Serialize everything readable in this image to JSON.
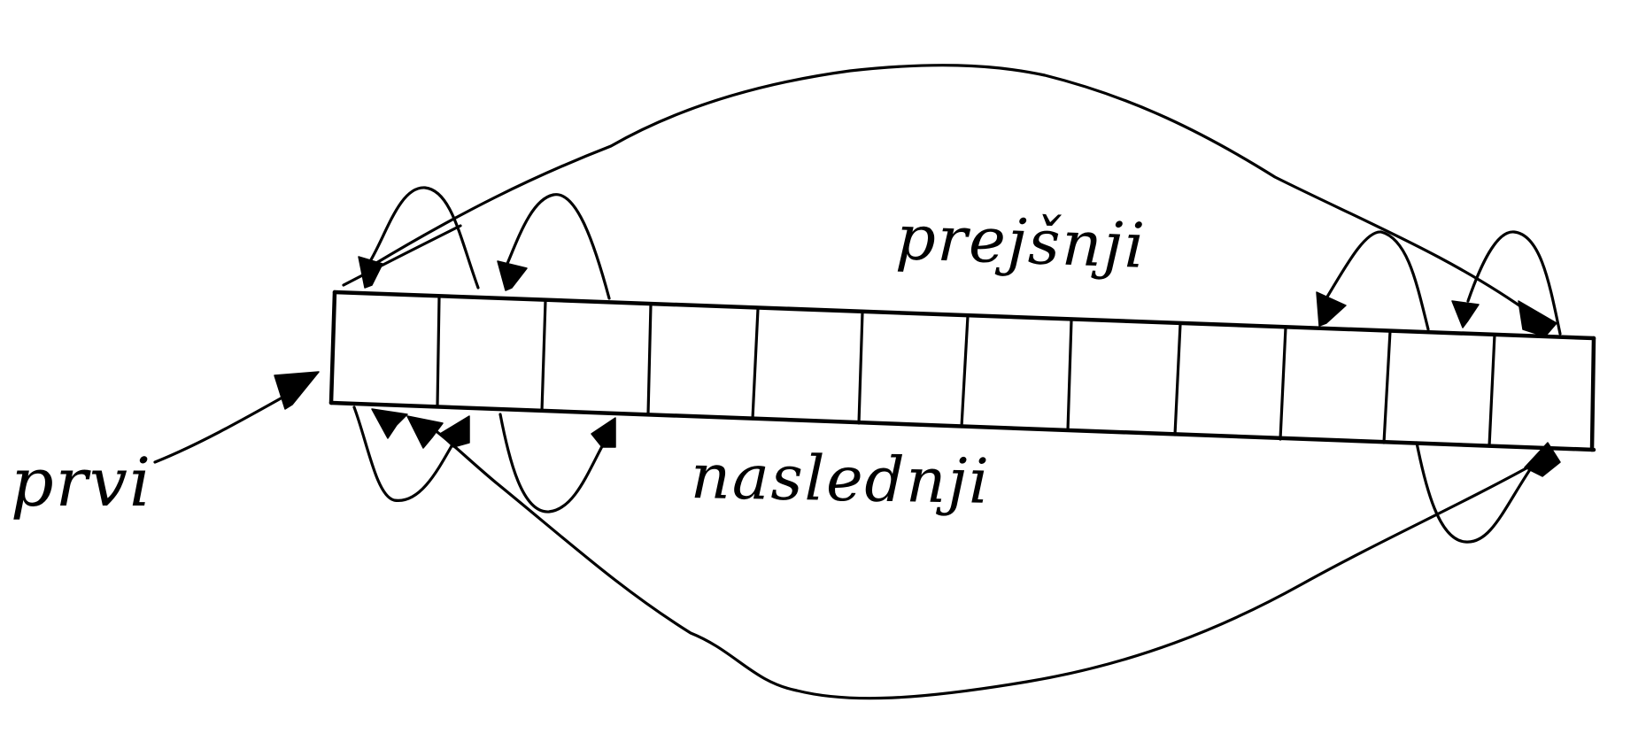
{
  "diagram": {
    "type": "circular-doubly-linked-list",
    "labels": {
      "first": "prvi",
      "previous": "prejšnji",
      "next": "naslednji"
    },
    "cells": {
      "count": 12,
      "items": [
        "",
        "",
        "",
        "",
        "",
        "",
        "",
        "",
        "",
        "",
        "",
        ""
      ]
    },
    "links": [
      {
        "from": "prvi",
        "to": "cell-1",
        "kind": "pointer"
      },
      {
        "from": "cell-1",
        "to": "cell-12",
        "kind": "prejšnji",
        "route": "top-arc"
      },
      {
        "from": "cell-12",
        "to": "cell-1",
        "kind": "naslednji",
        "route": "bottom-arc"
      },
      {
        "from": "cell-2",
        "to": "cell-1",
        "kind": "prejšnji",
        "route": "top-loop"
      },
      {
        "from": "cell-3",
        "to": "cell-2",
        "kind": "prejšnji",
        "route": "top-loop"
      },
      {
        "from": "cell-1",
        "to": "cell-2",
        "kind": "naslednji",
        "route": "bottom-loop"
      },
      {
        "from": "cell-2",
        "to": "cell-3",
        "kind": "naslednji",
        "route": "bottom-loop"
      },
      {
        "from": "cell-11",
        "to": "cell-10",
        "kind": "prejšnji",
        "route": "top-loop"
      },
      {
        "from": "cell-12",
        "to": "cell-11",
        "kind": "prejšnji",
        "route": "top-loop"
      },
      {
        "from": "cell-11",
        "to": "cell-12",
        "kind": "naslednji",
        "route": "bottom-loop"
      }
    ],
    "colors": {
      "stroke": "#000000",
      "background": "#ffffff"
    }
  }
}
